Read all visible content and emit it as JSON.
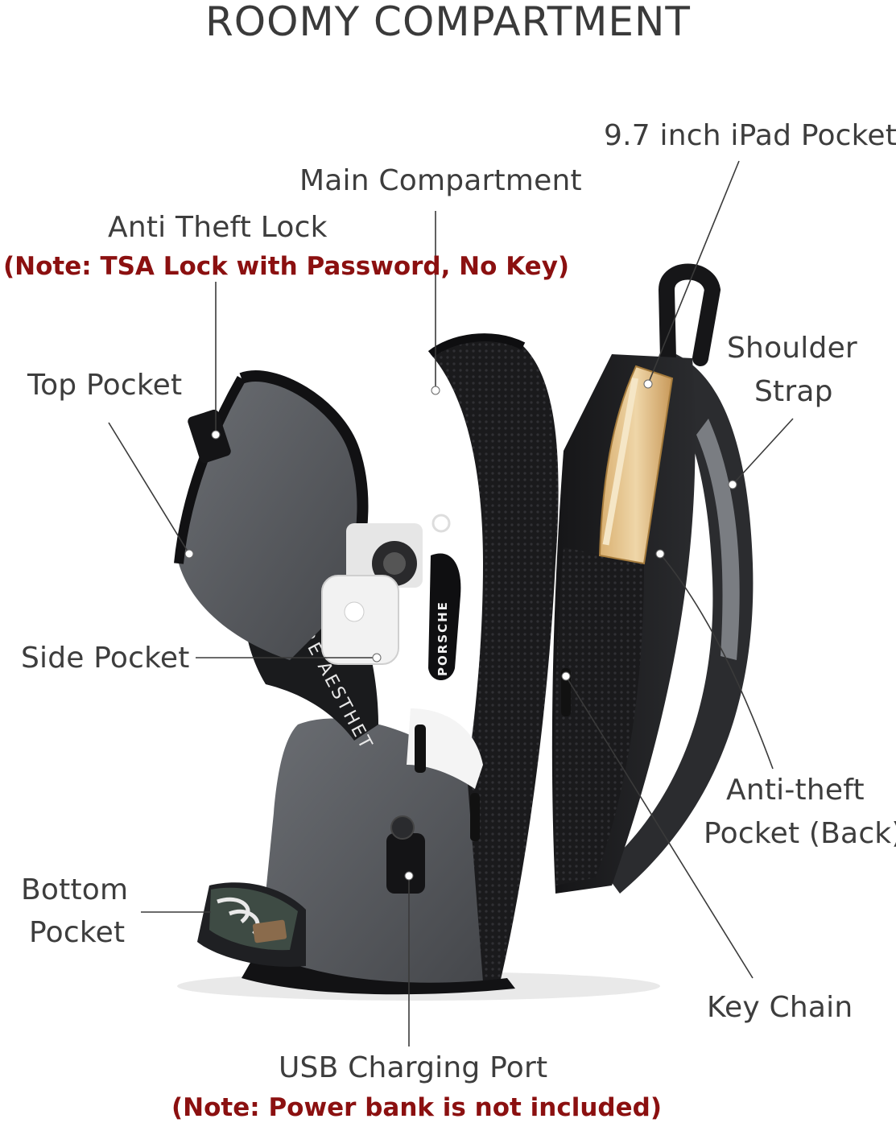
{
  "title": "ROOMY COMPARTMENT",
  "labels": {
    "anti_theft_lock": "Anti Theft Lock",
    "anti_theft_lock_note": "(Note: TSA Lock with Password, No Key)",
    "main_compartment": "Main Compartment",
    "ipad_pocket": "9.7 inch iPad Pocket",
    "shoulder_strap_line1": "Shoulder",
    "shoulder_strap_line2": "Strap",
    "top_pocket": "Top Pocket",
    "side_pocket": "Side Pocket",
    "anti_theft_back_line1": "Anti-theft",
    "anti_theft_back_line2": "Pocket (Back)",
    "bottom_pocket_line1": "Bottom",
    "bottom_pocket_line2": "Pocket",
    "key_chain": "Key Chain",
    "usb_port": "USB Charging Port",
    "usb_note": "(Note: Power bank is not included)"
  },
  "product_print": {
    "side_text": "FUTURE AESTHET",
    "tag_text": "PORSCHE"
  },
  "colors": {
    "note_red": "#8b1010",
    "label_gray": "#3d3d3d",
    "bag_dark": "#1c1c1e",
    "bag_gray": "#5a5d62"
  }
}
